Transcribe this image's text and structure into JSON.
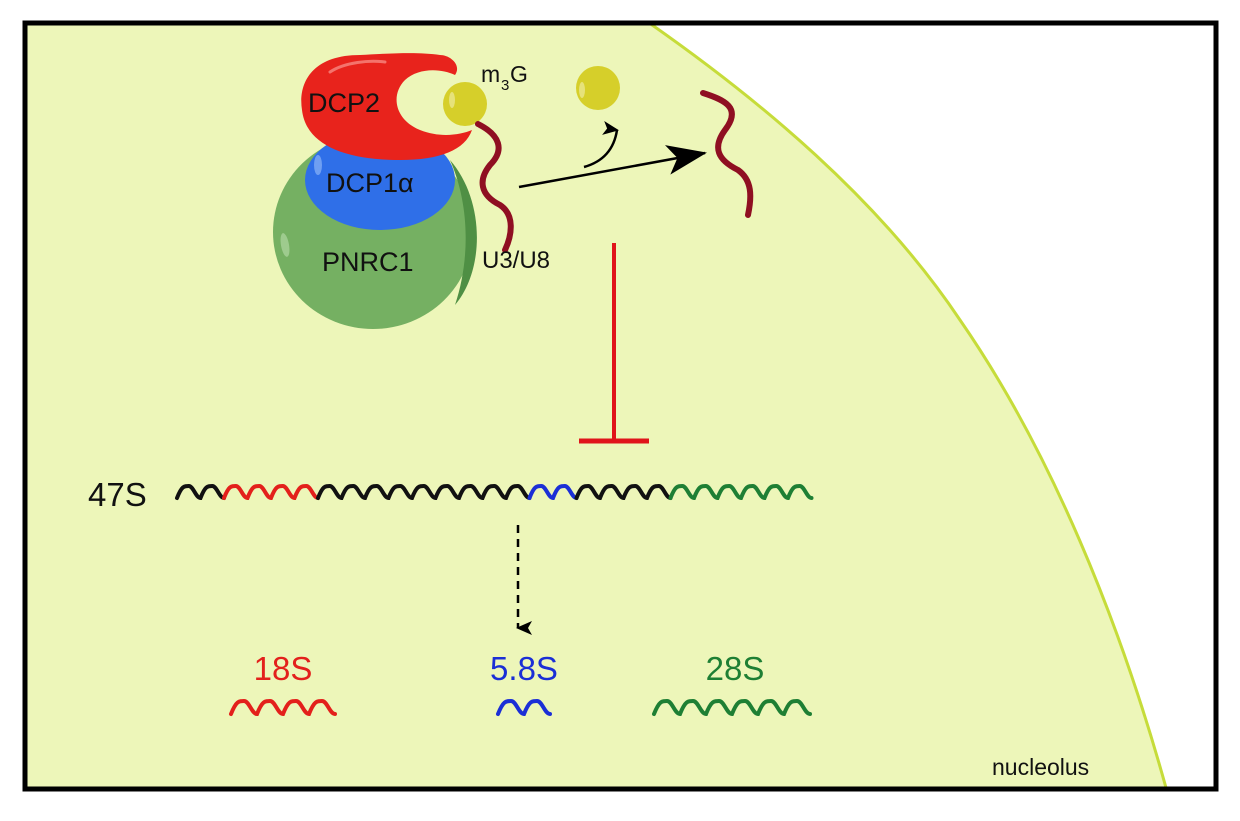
{
  "diagram": {
    "compartment_label": "nucleolus",
    "colors": {
      "nucleolus_fill": "#edf6b9",
      "nucleolus_edge": "#c6dc3a",
      "frame": "#000000",
      "dcp2": "#e8231c",
      "dcp1a": "#2f6fe8",
      "pnrc1": "#75b062",
      "pnrc1_shadow": "#4f8f44",
      "cap": "#d6cf2a",
      "snorna": "#8f0f22",
      "inhibit": "#e0141a",
      "rna_black": "#111111",
      "rna_red": "#e3201b",
      "rna_blue": "#1b2fd6",
      "rna_green": "#1e7f34"
    },
    "complex": {
      "dcp2_label": "DCP2",
      "dcp1a_label": "DCP1α",
      "pnrc1_label": "PNRC1",
      "cap_label_main": "m",
      "cap_label_sub": "3",
      "cap_label_end": "G",
      "snorna_label": "U3/U8"
    },
    "precursor": {
      "label": "47S",
      "segments": [
        {
          "color": "black",
          "waves": 2
        },
        {
          "color": "red",
          "waves": 4
        },
        {
          "color": "black",
          "waves": 9
        },
        {
          "color": "blue",
          "waves": 2
        },
        {
          "color": "black",
          "waves": 4
        },
        {
          "color": "green",
          "waves": 6
        }
      ]
    },
    "products": [
      {
        "label": "18S",
        "color": "red",
        "waves": 4
      },
      {
        "label": "5.8S",
        "color": "blue",
        "waves": 2
      },
      {
        "label": "28S",
        "color": "green",
        "waves": 6
      }
    ],
    "relations": [
      {
        "from": "DCP2-DCP1α-PNRC1 complex",
        "to": "U3/U8 snoRNA",
        "type": "decapping (m3G released)"
      },
      {
        "from": "U3/U8 decapping",
        "to": "47S processing",
        "type": "inhibition"
      },
      {
        "from": "47S",
        "to": "18S / 5.8S / 28S",
        "type": "processing (dashed)"
      }
    ]
  }
}
